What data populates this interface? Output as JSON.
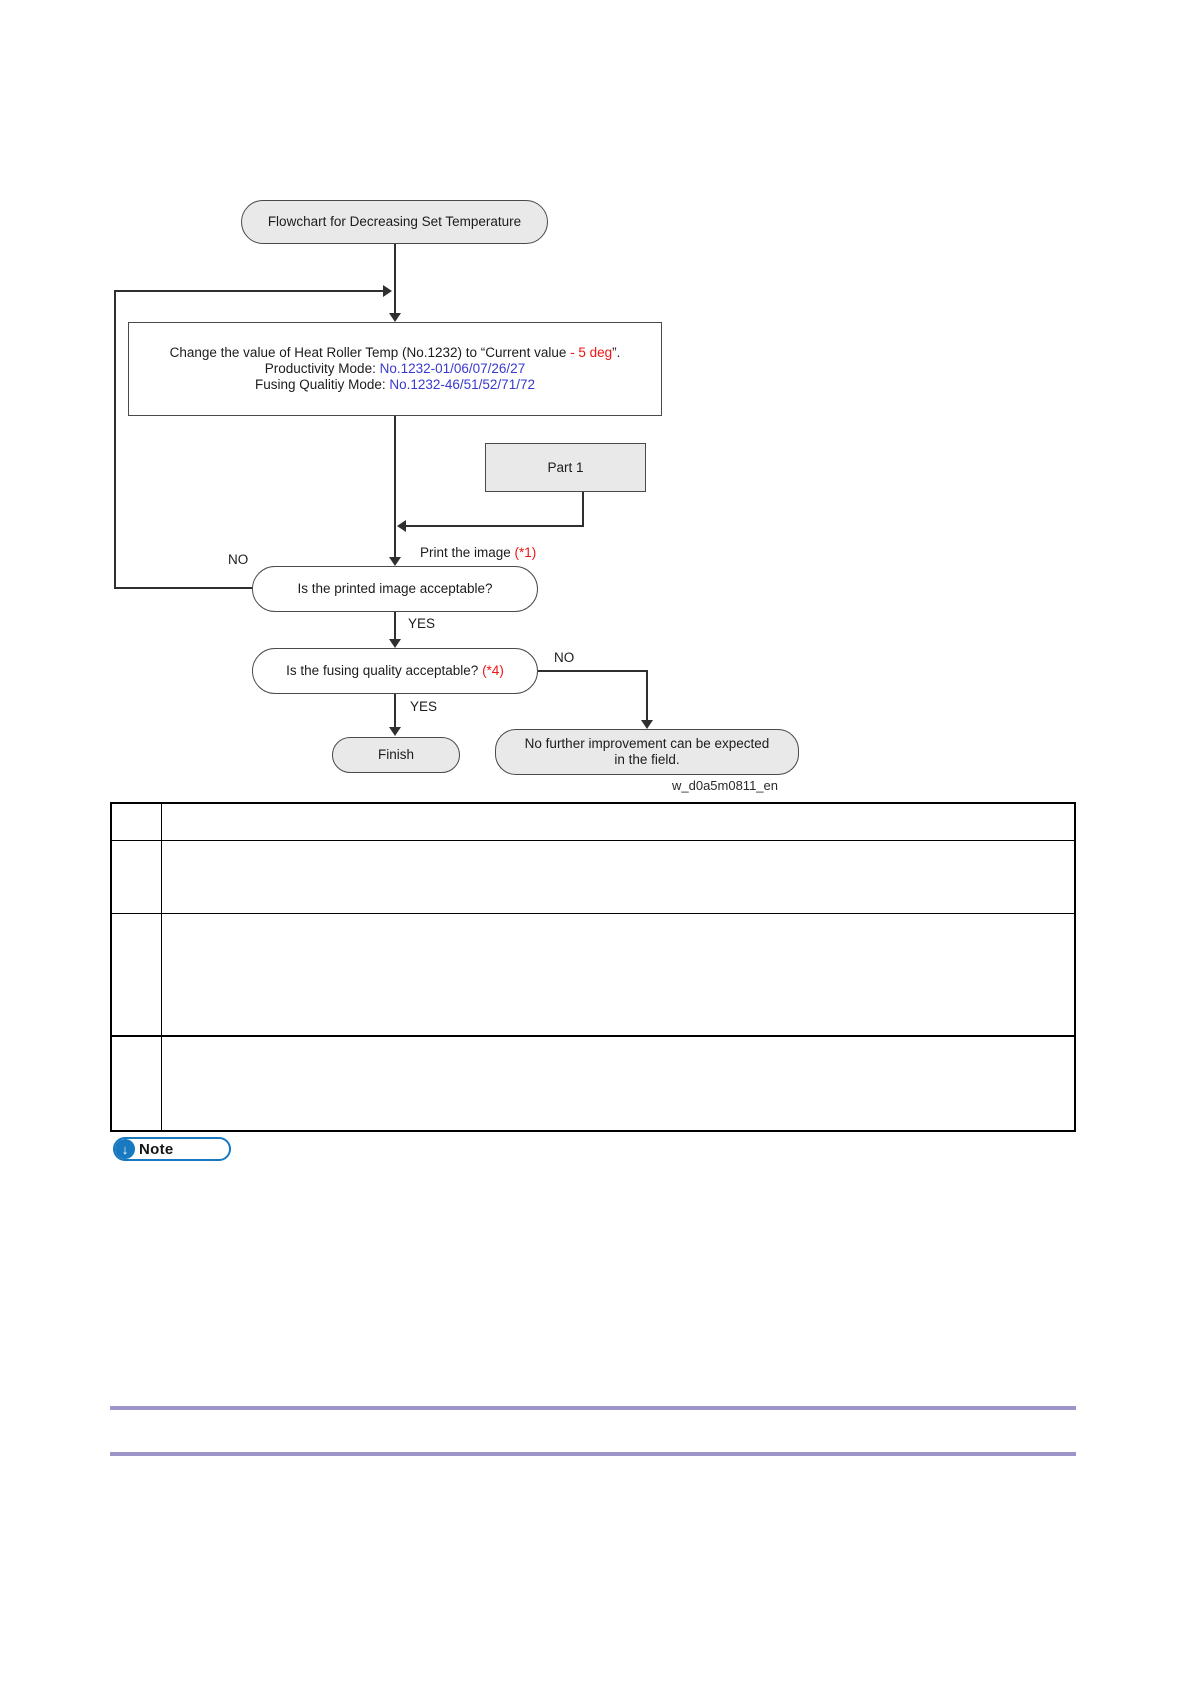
{
  "flowchart": {
    "start_label": "Flowchart for Decreasing Set Temperature",
    "process": {
      "line1_pre": "Change the value of Heat Roller Temp (No.1232) to “Current value ",
      "line1_highlight": "- 5 deg",
      "line1_post": "”.",
      "line2_label": "Productivity Mode: ",
      "line2_value": "No.1232-01/06/07/26/27",
      "line3_label": "Fusing Qualitiy Mode: ",
      "line3_value": "No.1232-46/51/52/71/72"
    },
    "part1_label": "Part 1",
    "print_step": {
      "text": "Print the image ",
      "ref": "(*1)"
    },
    "decision1_label": "Is the printed image acceptable?",
    "decision2": {
      "text": "Is the fusing quality acceptable? ",
      "ref": "(*4)"
    },
    "finish_label": "Finish",
    "no_improvement": {
      "line1": "No further improvement can be expected",
      "line2": "in the field."
    },
    "branch_labels": {
      "no1": "NO",
      "yes1": "YES",
      "no2": "NO",
      "yes2": "YES"
    },
    "caption": "w_d0a5m0811_en"
  },
  "table": {
    "rows": [
      {
        "ref": "",
        "description": ""
      },
      {
        "ref": "",
        "description": ""
      },
      {
        "ref": "",
        "description": ""
      },
      {
        "ref": "",
        "description": ""
      }
    ]
  },
  "note": {
    "label": "Note",
    "arrow_icon": "↓"
  },
  "colors": {
    "node_fill": "#e9e9e9",
    "node_border": "#4a4a4a",
    "connector": "#2f2f2f",
    "red_text": "#ee1511",
    "blue_text": "#3a39cf",
    "separator": "#9b95c9",
    "note_blue": "#1878c0"
  }
}
